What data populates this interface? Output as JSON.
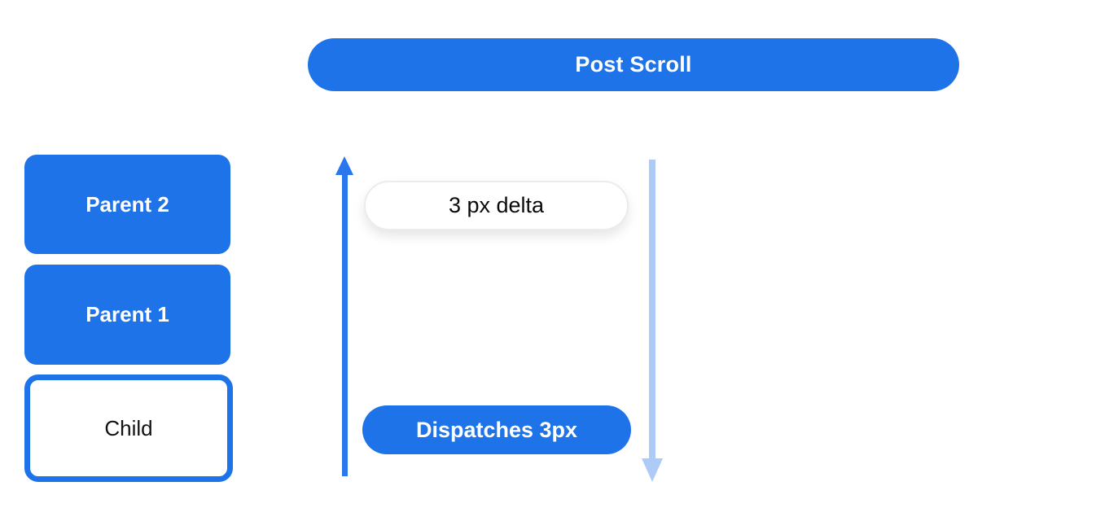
{
  "colors": {
    "primary_blue": "#1E73E8",
    "arrow_up_blue": "#2A76EC",
    "arrow_down_light_blue": "#AECBF8",
    "delta_pill_border": "#ECECEC",
    "text_on_blue": "#FFFFFF",
    "text_dark": "#121212",
    "background": "#FFFFFF"
  },
  "banner": {
    "label": "Post Scroll"
  },
  "stack": {
    "items": [
      {
        "label": "Parent 2",
        "variant": "filled"
      },
      {
        "label": "Parent 1",
        "variant": "filled"
      },
      {
        "label": "Child",
        "variant": "outlined"
      }
    ]
  },
  "flow": {
    "delta_label": "3 px delta",
    "dispatch_label": "Dispatches 3px",
    "up_arrow_icon": "arrow-up-icon",
    "down_arrow_icon": "arrow-down-icon"
  }
}
